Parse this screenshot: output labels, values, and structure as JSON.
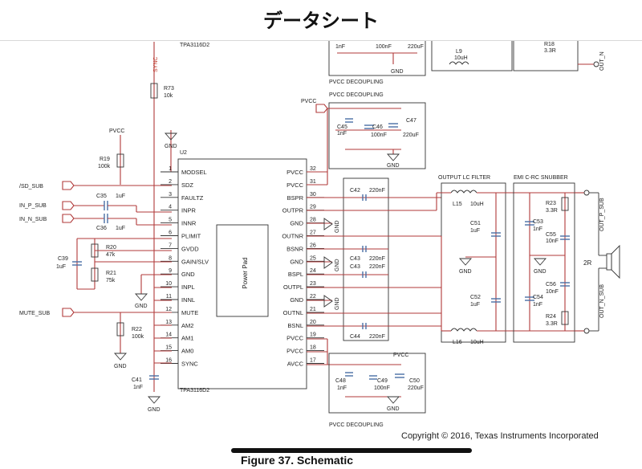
{
  "header": {
    "title": "データシート"
  },
  "ic": {
    "name": "TPA3116D2",
    "ref": "U2",
    "top_label": "TPA3116D2",
    "pad": "Power Pad"
  },
  "pins_left": [
    {
      "n": "1",
      "name": "MODSEL"
    },
    {
      "n": "2",
      "name": "SDZ"
    },
    {
      "n": "3",
      "name": "FAULTZ"
    },
    {
      "n": "4",
      "name": "INPR"
    },
    {
      "n": "5",
      "name": "INNR"
    },
    {
      "n": "6",
      "name": "PLIMIT"
    },
    {
      "n": "7",
      "name": "GVDD"
    },
    {
      "n": "8",
      "name": "GAIN/SLV"
    },
    {
      "n": "9",
      "name": "GND"
    },
    {
      "n": "10",
      "name": "INPL"
    },
    {
      "n": "11",
      "name": "INNL"
    },
    {
      "n": "12",
      "name": "MUTE"
    },
    {
      "n": "13",
      "name": "AM2"
    },
    {
      "n": "14",
      "name": "AM1"
    },
    {
      "n": "15",
      "name": "AM0"
    },
    {
      "n": "16",
      "name": "SYNC"
    }
  ],
  "pins_right": [
    {
      "n": "32",
      "name": "PVCC"
    },
    {
      "n": "31",
      "name": "PVCC"
    },
    {
      "n": "30",
      "name": "BSPR"
    },
    {
      "n": "29",
      "name": "OUTPR"
    },
    {
      "n": "28",
      "name": "GND"
    },
    {
      "n": "27",
      "name": "OUTNR"
    },
    {
      "n": "26",
      "name": "BSNR"
    },
    {
      "n": "25",
      "name": "GND"
    },
    {
      "n": "24",
      "name": "BSPL"
    },
    {
      "n": "23",
      "name": "OUTPL"
    },
    {
      "n": "22",
      "name": "GND"
    },
    {
      "n": "21",
      "name": "OUTNL"
    },
    {
      "n": "20",
      "name": "BSNL"
    },
    {
      "n": "19",
      "name": "PVCC"
    },
    {
      "n": "18",
      "name": "PVCC"
    },
    {
      "n": "17",
      "name": "AVCC"
    }
  ],
  "nets": {
    "sd": "/SD_SUB",
    "inp": "IN_P_SUB",
    "inn": "IN_N_SUB",
    "mute": "MUTE_SUB",
    "sync": "SYNC",
    "pvcc": "PVCC",
    "gnd": "GND",
    "out_p": "OUT_P_SUB",
    "out_n": "OUT_N_SUB",
    "out_top": "OUT_N",
    "speaker": "2R"
  },
  "components": {
    "r73": {
      "ref": "R73",
      "val": "10k"
    },
    "r19": {
      "ref": "R19",
      "val": "100k"
    },
    "c35": {
      "ref": "C35",
      "val": "1uF"
    },
    "c36": {
      "ref": "C36",
      "val": "1uF"
    },
    "r20": {
      "ref": "R20",
      "val": "47k"
    },
    "r21": {
      "ref": "R21",
      "val": "75k"
    },
    "c39": {
      "ref": "C39",
      "val": "1uF"
    },
    "r22": {
      "ref": "R22",
      "val": "100k"
    },
    "c41": {
      "ref": "C41",
      "val": "1nF"
    },
    "c45": {
      "ref": "C45",
      "val": "1nF"
    },
    "c46": {
      "ref": "C46",
      "val": "100nF"
    },
    "c47": {
      "ref": "C47",
      "val": "220uF"
    },
    "c48": {
      "ref": "C48",
      "val": "1nF"
    },
    "c49": {
      "ref": "C49",
      "val": "100nF"
    },
    "c50": {
      "ref": "C50",
      "val": "220uF"
    },
    "c42": {
      "ref": "C42",
      "val": "220nF"
    },
    "c43a": {
      "ref": "C43",
      "val": "220nF"
    },
    "c43b": {
      "ref": "C43",
      "val": "220nF"
    },
    "c44": {
      "ref": "C44",
      "val": "220nF"
    },
    "l15": {
      "ref": "L15",
      "val": "10uH"
    },
    "l16": {
      "ref": "L16",
      "val": "10uH"
    },
    "c51": {
      "ref": "C51",
      "val": "1uF"
    },
    "c52": {
      "ref": "C52",
      "val": "1uF"
    },
    "r23": {
      "ref": "R23",
      "val": "3.3R"
    },
    "c53": {
      "ref": "C53",
      "val": "1nF"
    },
    "c55": {
      "ref": "C55",
      "val": "10nF"
    },
    "c56": {
      "ref": "C56",
      "val": "10nF"
    },
    "c54": {
      "ref": "C54",
      "val": "1nF"
    },
    "r24": {
      "ref": "R24",
      "val": "3.3R"
    },
    "l9": {
      "ref": "L9",
      "val": "10uH"
    },
    "r18": {
      "ref": "R18",
      "val": "3.3R"
    },
    "top_c1": {
      "val": "1nF"
    },
    "top_c2": {
      "val": "100nF"
    },
    "top_c3": {
      "val": "220uF"
    }
  },
  "labels": {
    "decoupling": "PVCC DECOUPLING",
    "lc_filter": "OUTPUT LC FILTER",
    "snubber": "EMI C-RC SNUBBER"
  },
  "footer": {
    "copyright": "Copyright © 2016, Texas Instruments Incorporated",
    "caption": "Figure 37.  Schematic"
  }
}
